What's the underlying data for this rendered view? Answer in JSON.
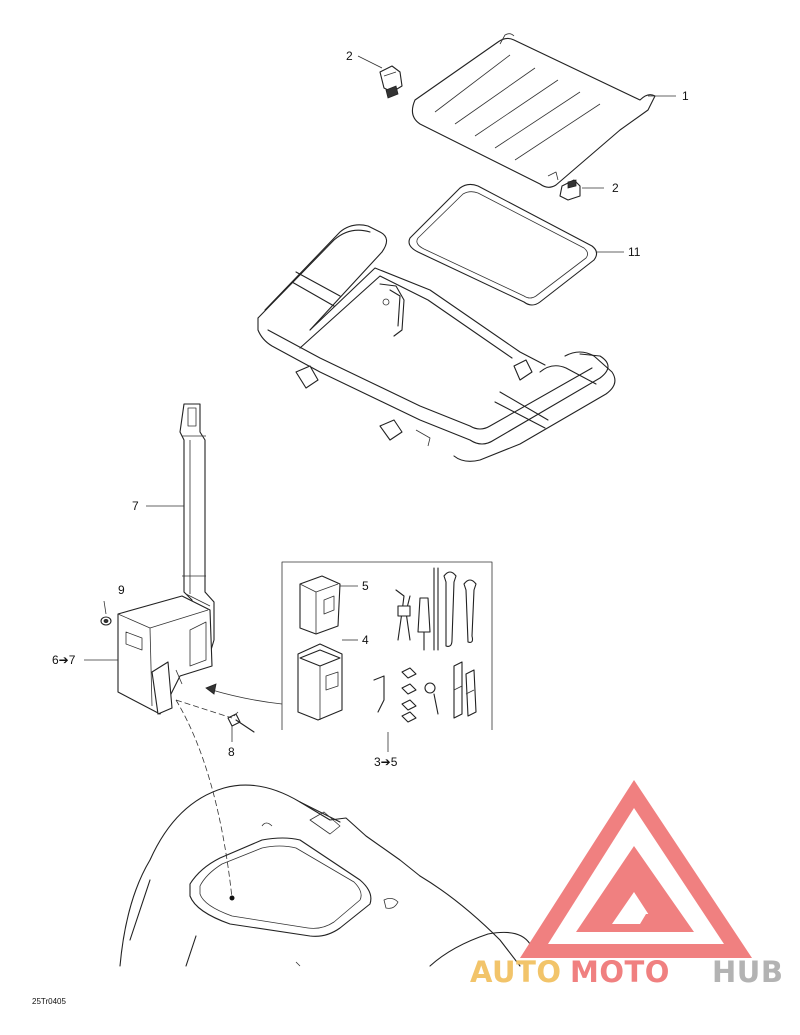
{
  "diagram": {
    "callouts": {
      "seat_cushion": "1",
      "clip_top": "2",
      "clip_right": "2",
      "seal": "11",
      "strap": "7",
      "washer": "9",
      "bag_assembly": "6➔7",
      "rivet": "8",
      "pouch_small": "5",
      "pouch_large": "4",
      "tool_kit": "3➔5"
    },
    "drawing_code": "25Tr0405"
  },
  "watermark": {
    "text_auto": "AUTO",
    "text_moto": "MOTO",
    "text_hub": "HUB",
    "color_red": "#f08080",
    "color_gold": "#f2c46a",
    "color_grey": "#b3b3b3"
  }
}
